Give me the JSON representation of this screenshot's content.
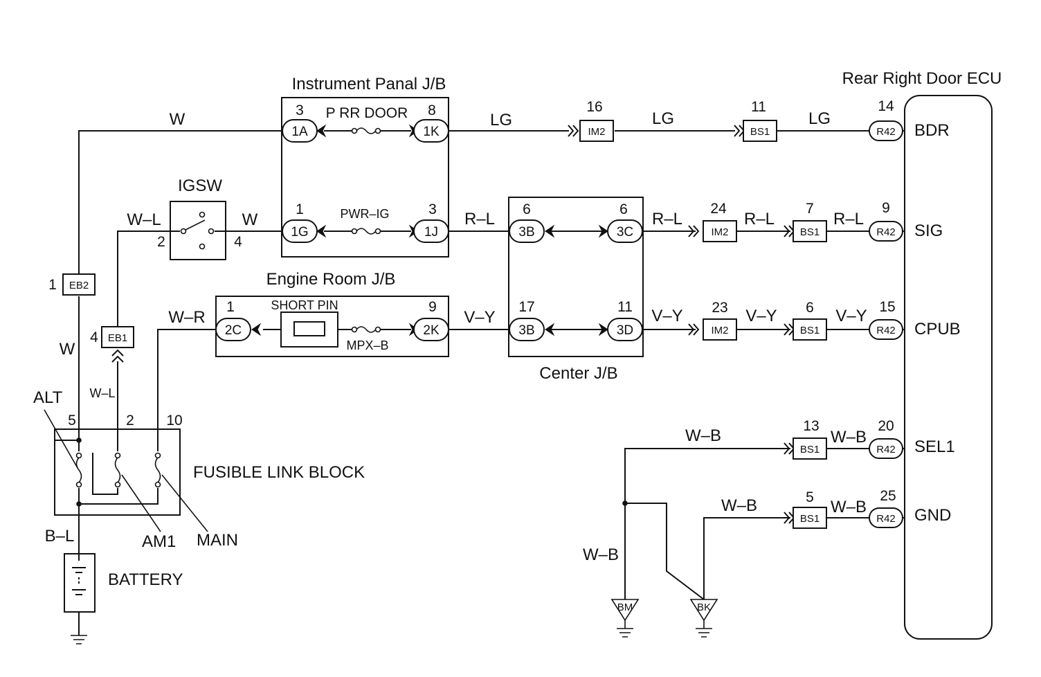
{
  "titles": {
    "instrument_panel_jb": "Instrument Panal J/B",
    "rear_right_door_ecu": "Rear Right Door ECU",
    "engine_room_jb": "Engine Room J/B",
    "center_jb": "Center J/B",
    "igsw": "IGSW",
    "fusible_link_block": "FUSIBLE LINK BLOCK",
    "battery": "BATTERY"
  },
  "fuse_labels": {
    "p_rr_door": "P RR DOOR",
    "pwr_ig": "PWR–IG",
    "short_pin": "SHORT PIN",
    "mpx_b": "MPX–B"
  },
  "fuse_link_labels": {
    "alt": "ALT",
    "am1": "AM1",
    "main": "MAIN"
  },
  "ecu_pins": {
    "bdr": "BDR",
    "sig": "SIG",
    "cpub": "CPUB",
    "sel1": "SEL1",
    "gnd": "GND"
  },
  "wire_colors": {
    "w": "W",
    "w_l": "W–L",
    "w_r": "W–R",
    "b_l": "B–L",
    "lg": "LG",
    "r_l": "R–L",
    "v_y": "V–Y",
    "w_b": "W–B"
  },
  "connector_codes": {
    "eb1": "EB1",
    "eb2": "EB2",
    "im2": "IM2",
    "bs1": "BS1",
    "r42": "R42",
    "c1a": "1A",
    "c1k": "1K",
    "c1g": "1G",
    "c1j": "1J",
    "c2c": "2C",
    "c2k": "2K",
    "c3b": "3B",
    "c3c": "3C",
    "c3d": "3D"
  },
  "ground_points": {
    "bm": "BM",
    "bk": "BK"
  },
  "pin_numbers": {
    "eb2": "1",
    "eb1": "4",
    "igsw_in": "2",
    "igsw_out": "4",
    "ip_1a": "3",
    "ip_1k": "8",
    "ip_1g": "1",
    "ip_1j": "3",
    "er_2c": "1",
    "er_2k": "9",
    "cj_3b_top": "6",
    "cj_3c": "6",
    "cj_3b_bot": "17",
    "cj_3d": "11",
    "im2_bdr": "16",
    "im2_sig": "24",
    "im2_cpub": "23",
    "bs1_bdr": "11",
    "bs1_sig": "7",
    "bs1_cpub": "6",
    "bs1_sel1": "13",
    "bs1_gnd": "5",
    "r42_bdr": "14",
    "r42_sig": "9",
    "r42_cpub": "15",
    "r42_sel1": "20",
    "r42_gnd": "25",
    "flb_alt": "5",
    "flb_am1": "2",
    "flb_main": "10"
  }
}
